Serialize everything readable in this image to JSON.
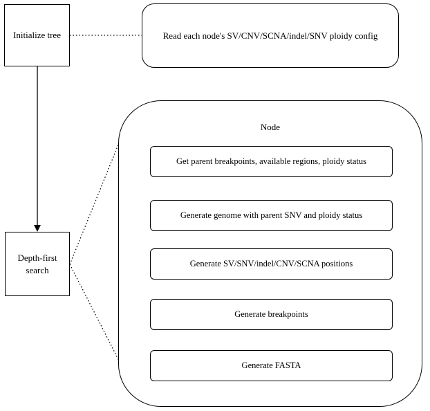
{
  "initialize": {
    "label": "Initialize tree"
  },
  "config": {
    "label": "Read each node's SV/CNV/SCNA/indel/SNV ploidy config"
  },
  "dfs": {
    "line1": "Depth-first",
    "line2": "search"
  },
  "node": {
    "title": "Node",
    "steps": [
      "Get parent breakpoints,  available regions, ploidy status",
      "Generate genome with parent SNV and ploidy status",
      "Generate SV/SNV/indel/CNV/SCNA positions",
      "Generate breakpoints",
      "Generate FASTA"
    ]
  }
}
